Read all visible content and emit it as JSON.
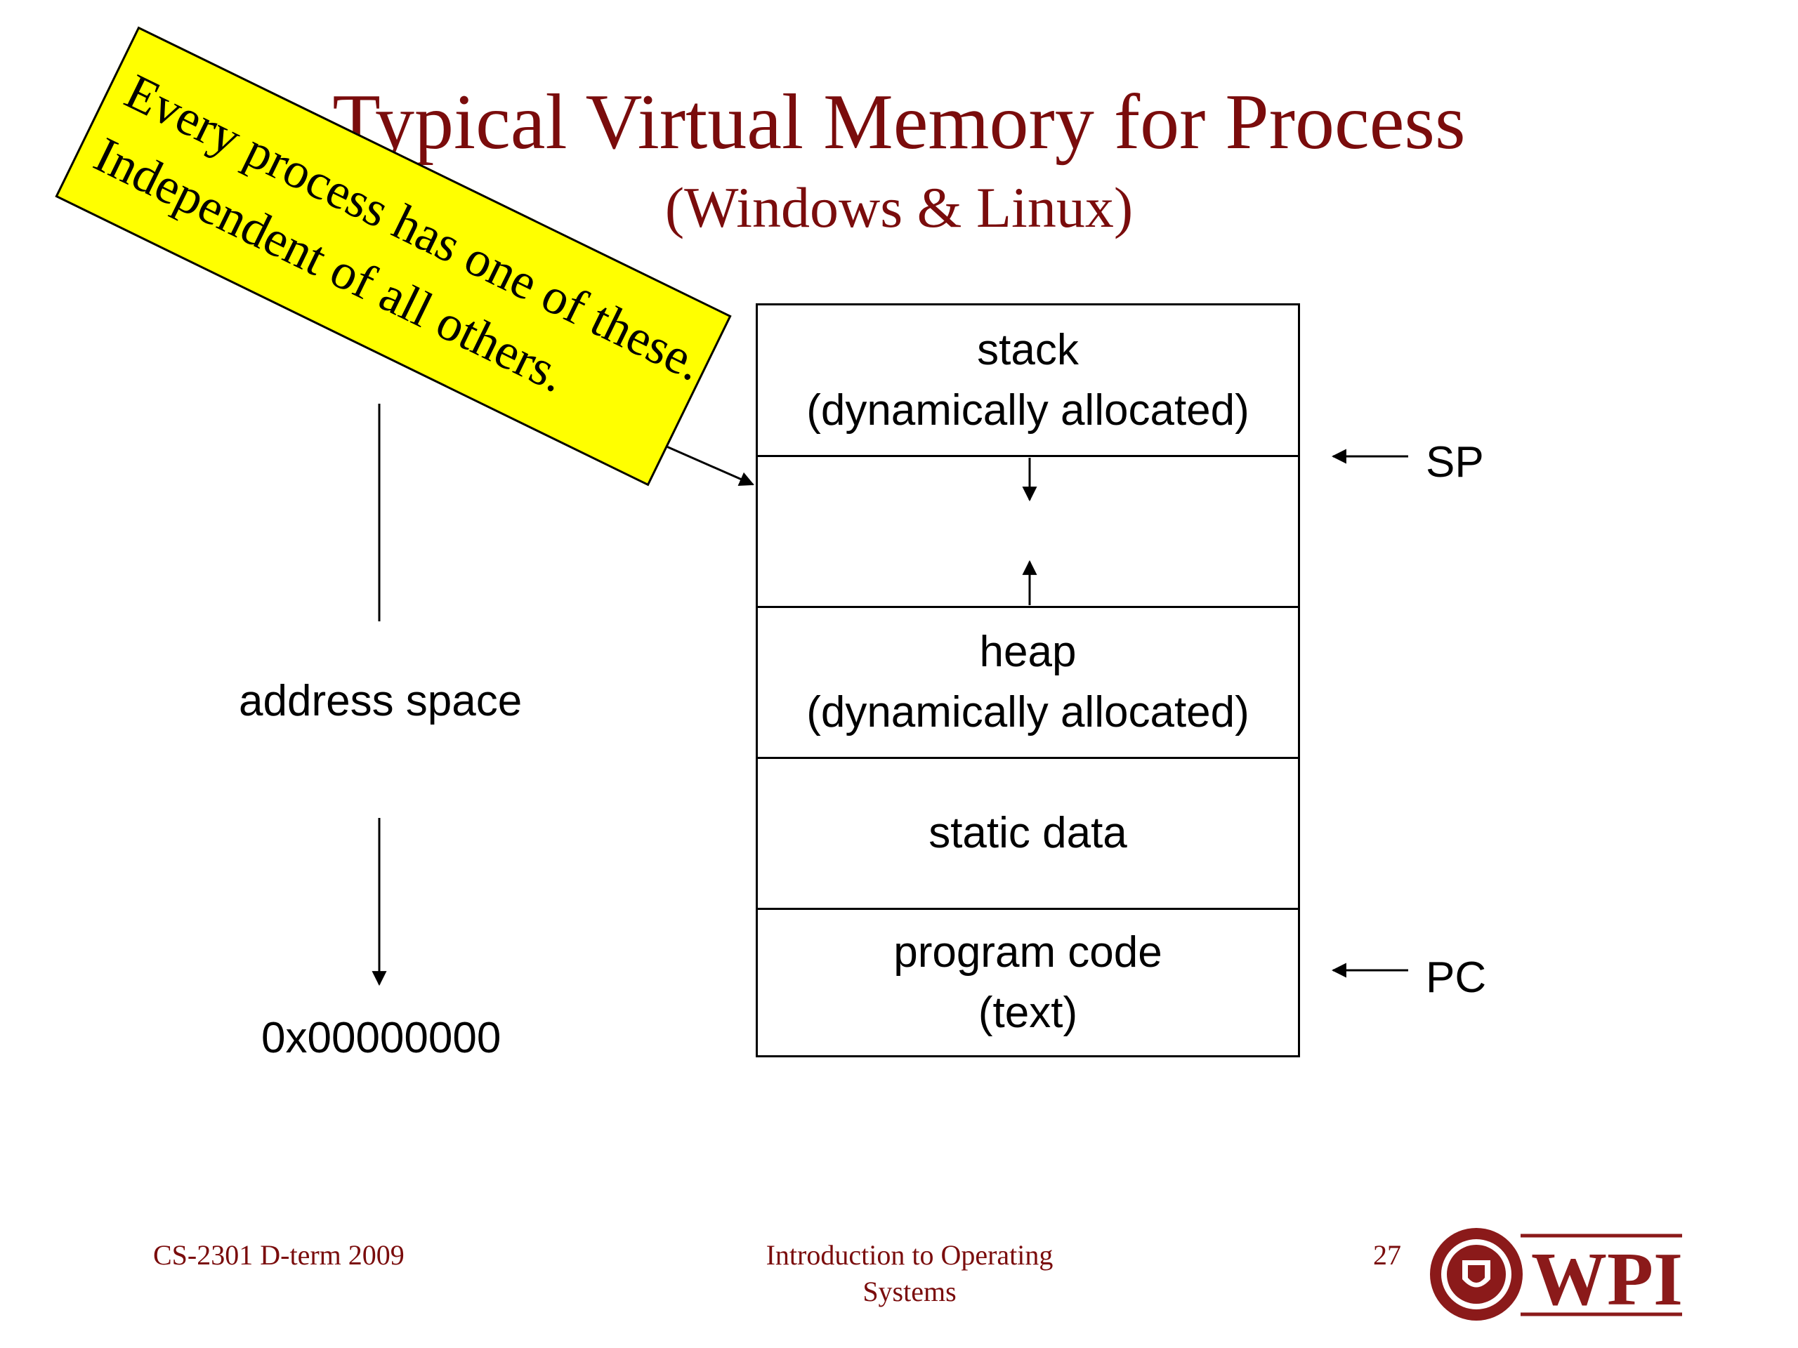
{
  "slide": {
    "title": "Typical Virtual Memory for Process",
    "subtitle": "(Windows & Linux)"
  },
  "callout": {
    "line1": "Every process has one of these.",
    "line2": "Independent of all others.",
    "background_color": "#ffff00"
  },
  "memory_layout": {
    "segments": [
      {
        "line1": "stack",
        "line2": "(dynamically allocated)"
      },
      {
        "line1": "",
        "line2": ""
      },
      {
        "line1": "heap",
        "line2": "(dynamically allocated)"
      },
      {
        "line1": "static data",
        "line2": ""
      },
      {
        "line1": "program code",
        "line2": "(text)"
      }
    ],
    "registers": {
      "sp": "SP",
      "pc": "PC"
    }
  },
  "address_axis": {
    "label": "address space",
    "bottom_label": "0x00000000"
  },
  "footer": {
    "course": "CS-2301 D-term 2009",
    "lecture_line1": "Introduction to Operating",
    "lecture_line2": "Systems",
    "page_number": "27",
    "logo_text": "WPI",
    "logo_icon": "wpi-seal-icon"
  },
  "colors": {
    "title": "#7a0c0c",
    "logo": "#8b1a1a"
  }
}
